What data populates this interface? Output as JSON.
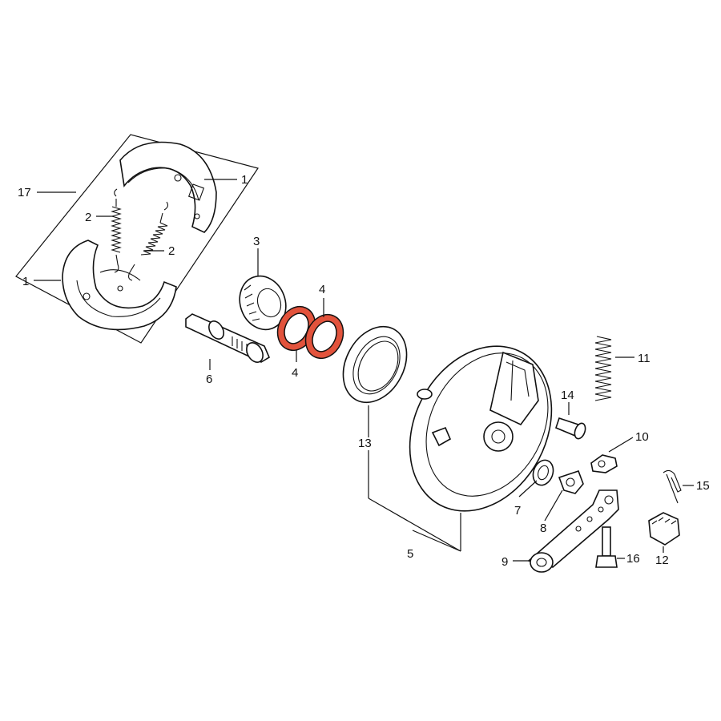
{
  "colors": {
    "line": "#111111",
    "background": "#ffffff",
    "highlight": "#e2533c"
  },
  "labels": {
    "l1a": "1",
    "l1b": "1",
    "l2a": "2",
    "l2b": "2",
    "l3": "3",
    "l4a": "4",
    "l4b": "4",
    "l5": "5",
    "l6": "6",
    "l7": "7",
    "l8": "8",
    "l9": "9",
    "l10": "10",
    "l11": "11",
    "l12": "12",
    "l13": "13",
    "l14": "14",
    "l15": "15",
    "l16": "16",
    "l17": "17"
  }
}
